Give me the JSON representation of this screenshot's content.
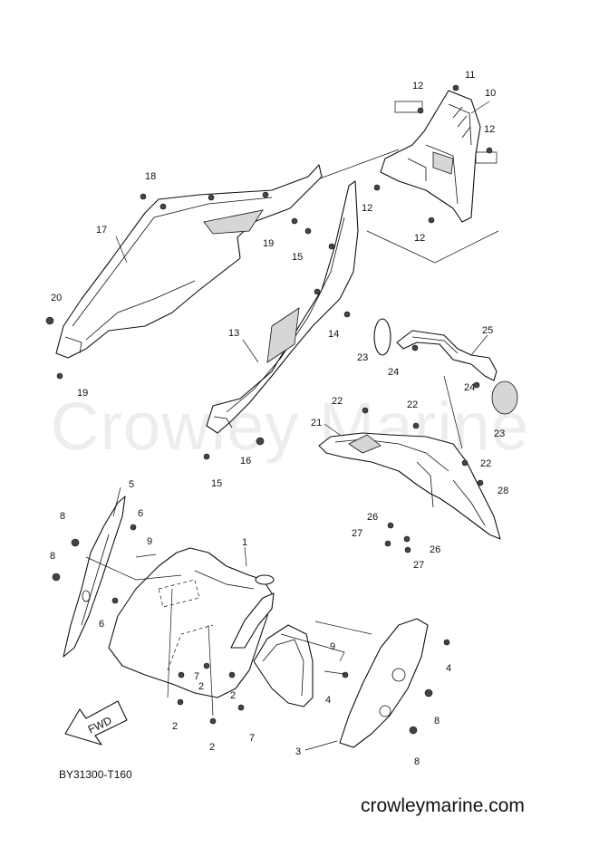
{
  "watermark": "Crowley Marine",
  "diagram_code": "BY31300-T160",
  "site_url": "crowleymarine.com",
  "fwd_arrow": "FWD",
  "callouts": [
    {
      "id": "c1",
      "text": "1"
    },
    {
      "id": "c2a",
      "text": "2"
    },
    {
      "id": "c2b",
      "text": "2"
    },
    {
      "id": "c2c",
      "text": "2"
    },
    {
      "id": "c2d",
      "text": "2"
    },
    {
      "id": "c3",
      "text": "3"
    },
    {
      "id": "c4a",
      "text": "4"
    },
    {
      "id": "c4b",
      "text": "4"
    },
    {
      "id": "c5",
      "text": "5"
    },
    {
      "id": "c6a",
      "text": "6"
    },
    {
      "id": "c6b",
      "text": "6"
    },
    {
      "id": "c7a",
      "text": "7"
    },
    {
      "id": "c7b",
      "text": "7"
    },
    {
      "id": "c8a",
      "text": "8"
    },
    {
      "id": "c8b",
      "text": "8"
    },
    {
      "id": "c8c",
      "text": "8"
    },
    {
      "id": "c8d",
      "text": "8"
    },
    {
      "id": "c9a",
      "text": "9"
    },
    {
      "id": "c9b",
      "text": "9"
    },
    {
      "id": "c10",
      "text": "10"
    },
    {
      "id": "c11",
      "text": "11"
    },
    {
      "id": "c12a",
      "text": "12"
    },
    {
      "id": "c12b",
      "text": "12"
    },
    {
      "id": "c12c",
      "text": "12"
    },
    {
      "id": "c12d",
      "text": "12"
    },
    {
      "id": "c13",
      "text": "13"
    },
    {
      "id": "c14",
      "text": "14"
    },
    {
      "id": "c15a",
      "text": "15"
    },
    {
      "id": "c15b",
      "text": "15"
    },
    {
      "id": "c16",
      "text": "16"
    },
    {
      "id": "c17",
      "text": "17"
    },
    {
      "id": "c18",
      "text": "18"
    },
    {
      "id": "c19a",
      "text": "19"
    },
    {
      "id": "c19b",
      "text": "19"
    },
    {
      "id": "c20",
      "text": "20"
    },
    {
      "id": "c21",
      "text": "21"
    },
    {
      "id": "c22a",
      "text": "22"
    },
    {
      "id": "c22b",
      "text": "22"
    },
    {
      "id": "c22c",
      "text": "22"
    },
    {
      "id": "c23a",
      "text": "23"
    },
    {
      "id": "c23b",
      "text": "23"
    },
    {
      "id": "c24a",
      "text": "24"
    },
    {
      "id": "c24b",
      "text": "24"
    },
    {
      "id": "c25",
      "text": "25"
    },
    {
      "id": "c26a",
      "text": "26"
    },
    {
      "id": "c26b",
      "text": "26"
    },
    {
      "id": "c27a",
      "text": "27"
    },
    {
      "id": "c27b",
      "text": "27"
    },
    {
      "id": "c28",
      "text": "28"
    }
  ]
}
